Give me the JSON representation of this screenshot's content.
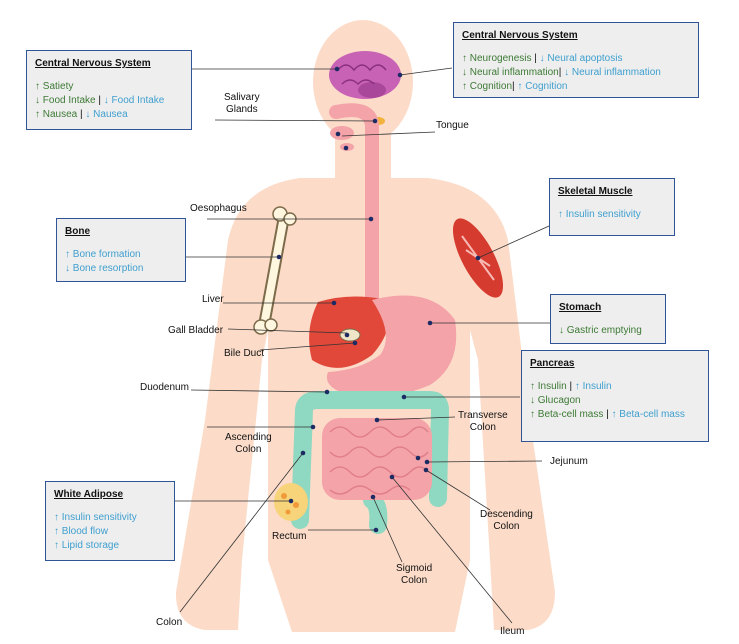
{
  "organs": {
    "salivary_glands": [
      "Salivary",
      "Glands"
    ],
    "tongue": "Tongue",
    "oesophagus": "Oesophagus",
    "liver": "Liver",
    "gall_bladder": "Gall Bladder",
    "bile_duct": "Bile Duct",
    "duodenum": "Duodenum",
    "transverse_colon": [
      "Transverse",
      "Colon"
    ],
    "ascending_colon": [
      "Ascending",
      "Colon"
    ],
    "jejunum": "Jejunum",
    "descending_colon": [
      "Descending",
      "Colon"
    ],
    "rectum": "Rectum",
    "sigmoid_colon": [
      "Sigmoid",
      "Colon"
    ],
    "colon": "Colon",
    "ileum": "Ileum"
  },
  "boxes": {
    "cns_left": {
      "title": "Central Nervous System",
      "lines": [
        [
          {
            "t": "↑ Satiety",
            "c": "g"
          }
        ],
        [
          {
            "t": "↓ Food Intake",
            "c": "g"
          },
          {
            "t": " | ",
            "c": "k"
          },
          {
            "t": "↓ Food Intake",
            "c": "b"
          }
        ],
        [
          {
            "t": "↑ Nausea",
            "c": "g"
          },
          {
            "t": " | ",
            "c": "k"
          },
          {
            "t": "↓ Nausea",
            "c": "b"
          }
        ]
      ]
    },
    "cns_right": {
      "title": "Central Nervous System",
      "lines": [
        [
          {
            "t": "↑ Neurogenesis",
            "c": "g"
          },
          {
            "t": " | ",
            "c": "k"
          },
          {
            "t": "↓ Neural apoptosis",
            "c": "b"
          }
        ],
        [
          {
            "t": "↓ Neural inflammation",
            "c": "g"
          },
          {
            "t": "| ",
            "c": "k"
          },
          {
            "t": "↓ Neural inflammation",
            "c": "b"
          }
        ],
        [
          {
            "t": "↑ Cognition",
            "c": "g"
          },
          {
            "t": "| ",
            "c": "k"
          },
          {
            "t": "↑ Cognition",
            "c": "b"
          }
        ]
      ]
    },
    "bone": {
      "title": "Bone",
      "lines": [
        [
          {
            "t": "↑ Bone formation",
            "c": "b"
          }
        ],
        [
          {
            "t": "↓ Bone resorption",
            "c": "b"
          }
        ]
      ]
    },
    "skeletal_muscle": {
      "title": "Skeletal Muscle",
      "lines": [
        [
          {
            "t": "↑ Insulin sensitivity",
            "c": "b"
          }
        ]
      ]
    },
    "stomach": {
      "title": "Stomach",
      "lines": [
        [
          {
            "t": "↓ Gastric emptying",
            "c": "g"
          }
        ]
      ]
    },
    "pancreas": {
      "title": "Pancreas",
      "lines": [
        [
          {
            "t": "↑ Insulin",
            "c": "g"
          },
          {
            "t": " | ",
            "c": "k"
          },
          {
            "t": "↑ Insulin",
            "c": "b"
          }
        ],
        [
          {
            "t": "↓ Glucagon",
            "c": "g"
          }
        ],
        [
          {
            "t": "↑ Beta-cell mass",
            "c": "g"
          },
          {
            "t": " | ",
            "c": "k"
          },
          {
            "t": "↑ Beta-cell mass",
            "c": "b"
          }
        ]
      ]
    },
    "white_adipose": {
      "title": "White Adipose",
      "lines": [
        [
          {
            "t": "↑ Insulin sensitivity",
            "c": "b"
          }
        ],
        [
          {
            "t": "↑ Blood flow",
            "c": "b"
          }
        ],
        [
          {
            "t": "↑ Lipid storage",
            "c": "b"
          }
        ]
      ]
    }
  },
  "colors": {
    "body_silhouette": "#fcdcc9",
    "gi_tract": "#f4a3a8",
    "liver": "#e1483a",
    "colon": "#8fd8c1",
    "box_border": "#2f5596",
    "box_fill": "#eeeeee",
    "green_text": "#3d7a35",
    "blue_text": "#3f9fcf"
  }
}
